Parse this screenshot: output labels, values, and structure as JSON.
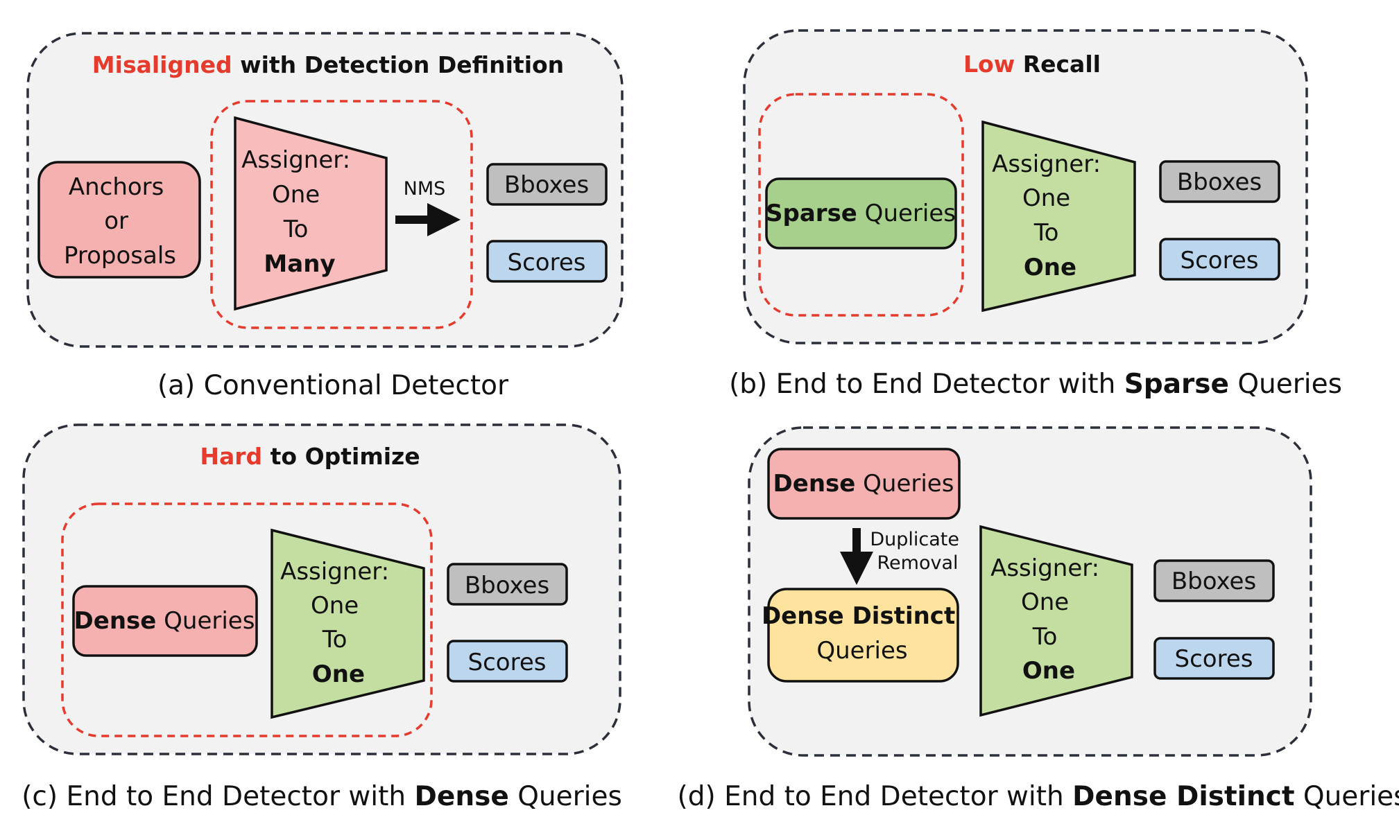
{
  "panel_a": {
    "title_accent": "Misaligned",
    "title_rest": " with Detection Definition",
    "input_line1": "Anchors",
    "input_line2": "or",
    "input_line3": "Proposals",
    "assigner_line1": "Assigner:",
    "assigner_line2": "One",
    "assigner_line3": "To",
    "assigner_line4": "Many",
    "nms_label": "NMS",
    "output_bboxes": "Bboxes",
    "output_scores": "Scores",
    "caption": "(a) Conventional Detector"
  },
  "panel_b": {
    "title_accent": "Low",
    "title_rest": " Recall",
    "query_bold": "Sparse",
    "query_rest": " Queries",
    "assigner_line1": "Assigner:",
    "assigner_line2": "One",
    "assigner_line3": "To",
    "assigner_line4": "One",
    "output_bboxes": "Bboxes",
    "output_scores": "Scores",
    "caption_pre": "(b) End to End Detector with ",
    "caption_bold": "Sparse",
    "caption_post": " Queries"
  },
  "panel_c": {
    "title_accent": "Hard",
    "title_rest": " to Optimize",
    "query_bold": "Dense",
    "query_rest": " Queries",
    "assigner_line1": "Assigner:",
    "assigner_line2": "One",
    "assigner_line3": "To",
    "assigner_line4": "One",
    "output_bboxes": "Bboxes",
    "output_scores": "Scores",
    "caption_pre": "(c) End to End Detector with ",
    "caption_bold": "Dense",
    "caption_post": " Queries"
  },
  "panel_d": {
    "query_bold": "Dense",
    "query_rest": " Queries",
    "arrow_label_line1": "Duplicate",
    "arrow_label_line2": "Removal",
    "distinct_line1": "Dense Distinct",
    "distinct_line2": "Queries",
    "assigner_line1": "Assigner:",
    "assigner_line2": "One",
    "assigner_line3": "To",
    "assigner_line4": "One",
    "output_bboxes": "Bboxes",
    "output_scores": "Scores",
    "caption_pre": "(d) End to End Detector with ",
    "caption_bold": "Dense Distinct",
    "caption_post": " Queries"
  },
  "colors": {
    "panel_bg": "#f2f2f2",
    "accent_red": "#e53a2c",
    "anchor_fill": "#f4b1b0",
    "assigner_red_fill": "#f8bcbc",
    "assigner_green_fill": "#c3dea0",
    "sparse_fill": "#a7d08c",
    "bboxes_fill": "#bfbfbf",
    "scores_fill": "#bcd6ee",
    "distinct_fill": "#fde39d"
  }
}
